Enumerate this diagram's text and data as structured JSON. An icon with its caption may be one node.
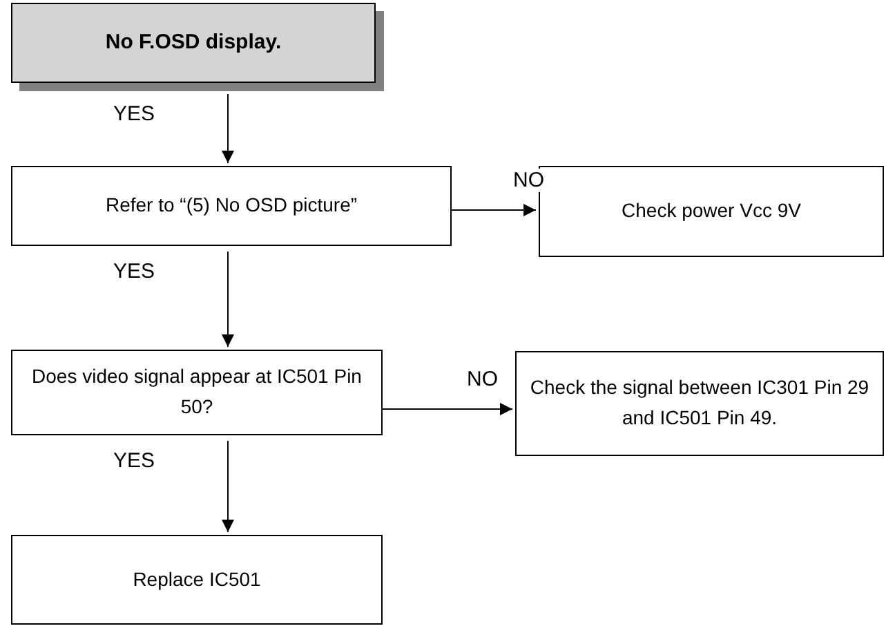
{
  "diagram": {
    "nodes": [
      {
        "text": [
          "No F.OSD display."
        ]
      },
      {
        "text": [
          "Refer to “(5) No OSD picture”"
        ]
      },
      {
        "text": [
          "Check power Vcc 9V"
        ]
      },
      {
        "text": [
          "Does video signal appear at IC501  Pin 50?"
        ]
      },
      {
        "text": [
          "Check the signal between IC301 Pin 29 and IC501 Pin 49."
        ]
      },
      {
        "text": [
          "Replace  IC501"
        ]
      }
    ],
    "edges": [
      {
        "from": 0,
        "to": 1,
        "arrow": "to",
        "label": "YES"
      },
      {
        "from": 1,
        "to": 2,
        "arrow": "to",
        "label": "NO"
      },
      {
        "from": 1,
        "to": 3,
        "arrow": "to",
        "label": "YES"
      },
      {
        "from": 3,
        "to": 4,
        "arrow": "to",
        "label": "NO"
      },
      {
        "from": 3,
        "to": 5,
        "arrow": "to",
        "label": "YES"
      }
    ]
  }
}
